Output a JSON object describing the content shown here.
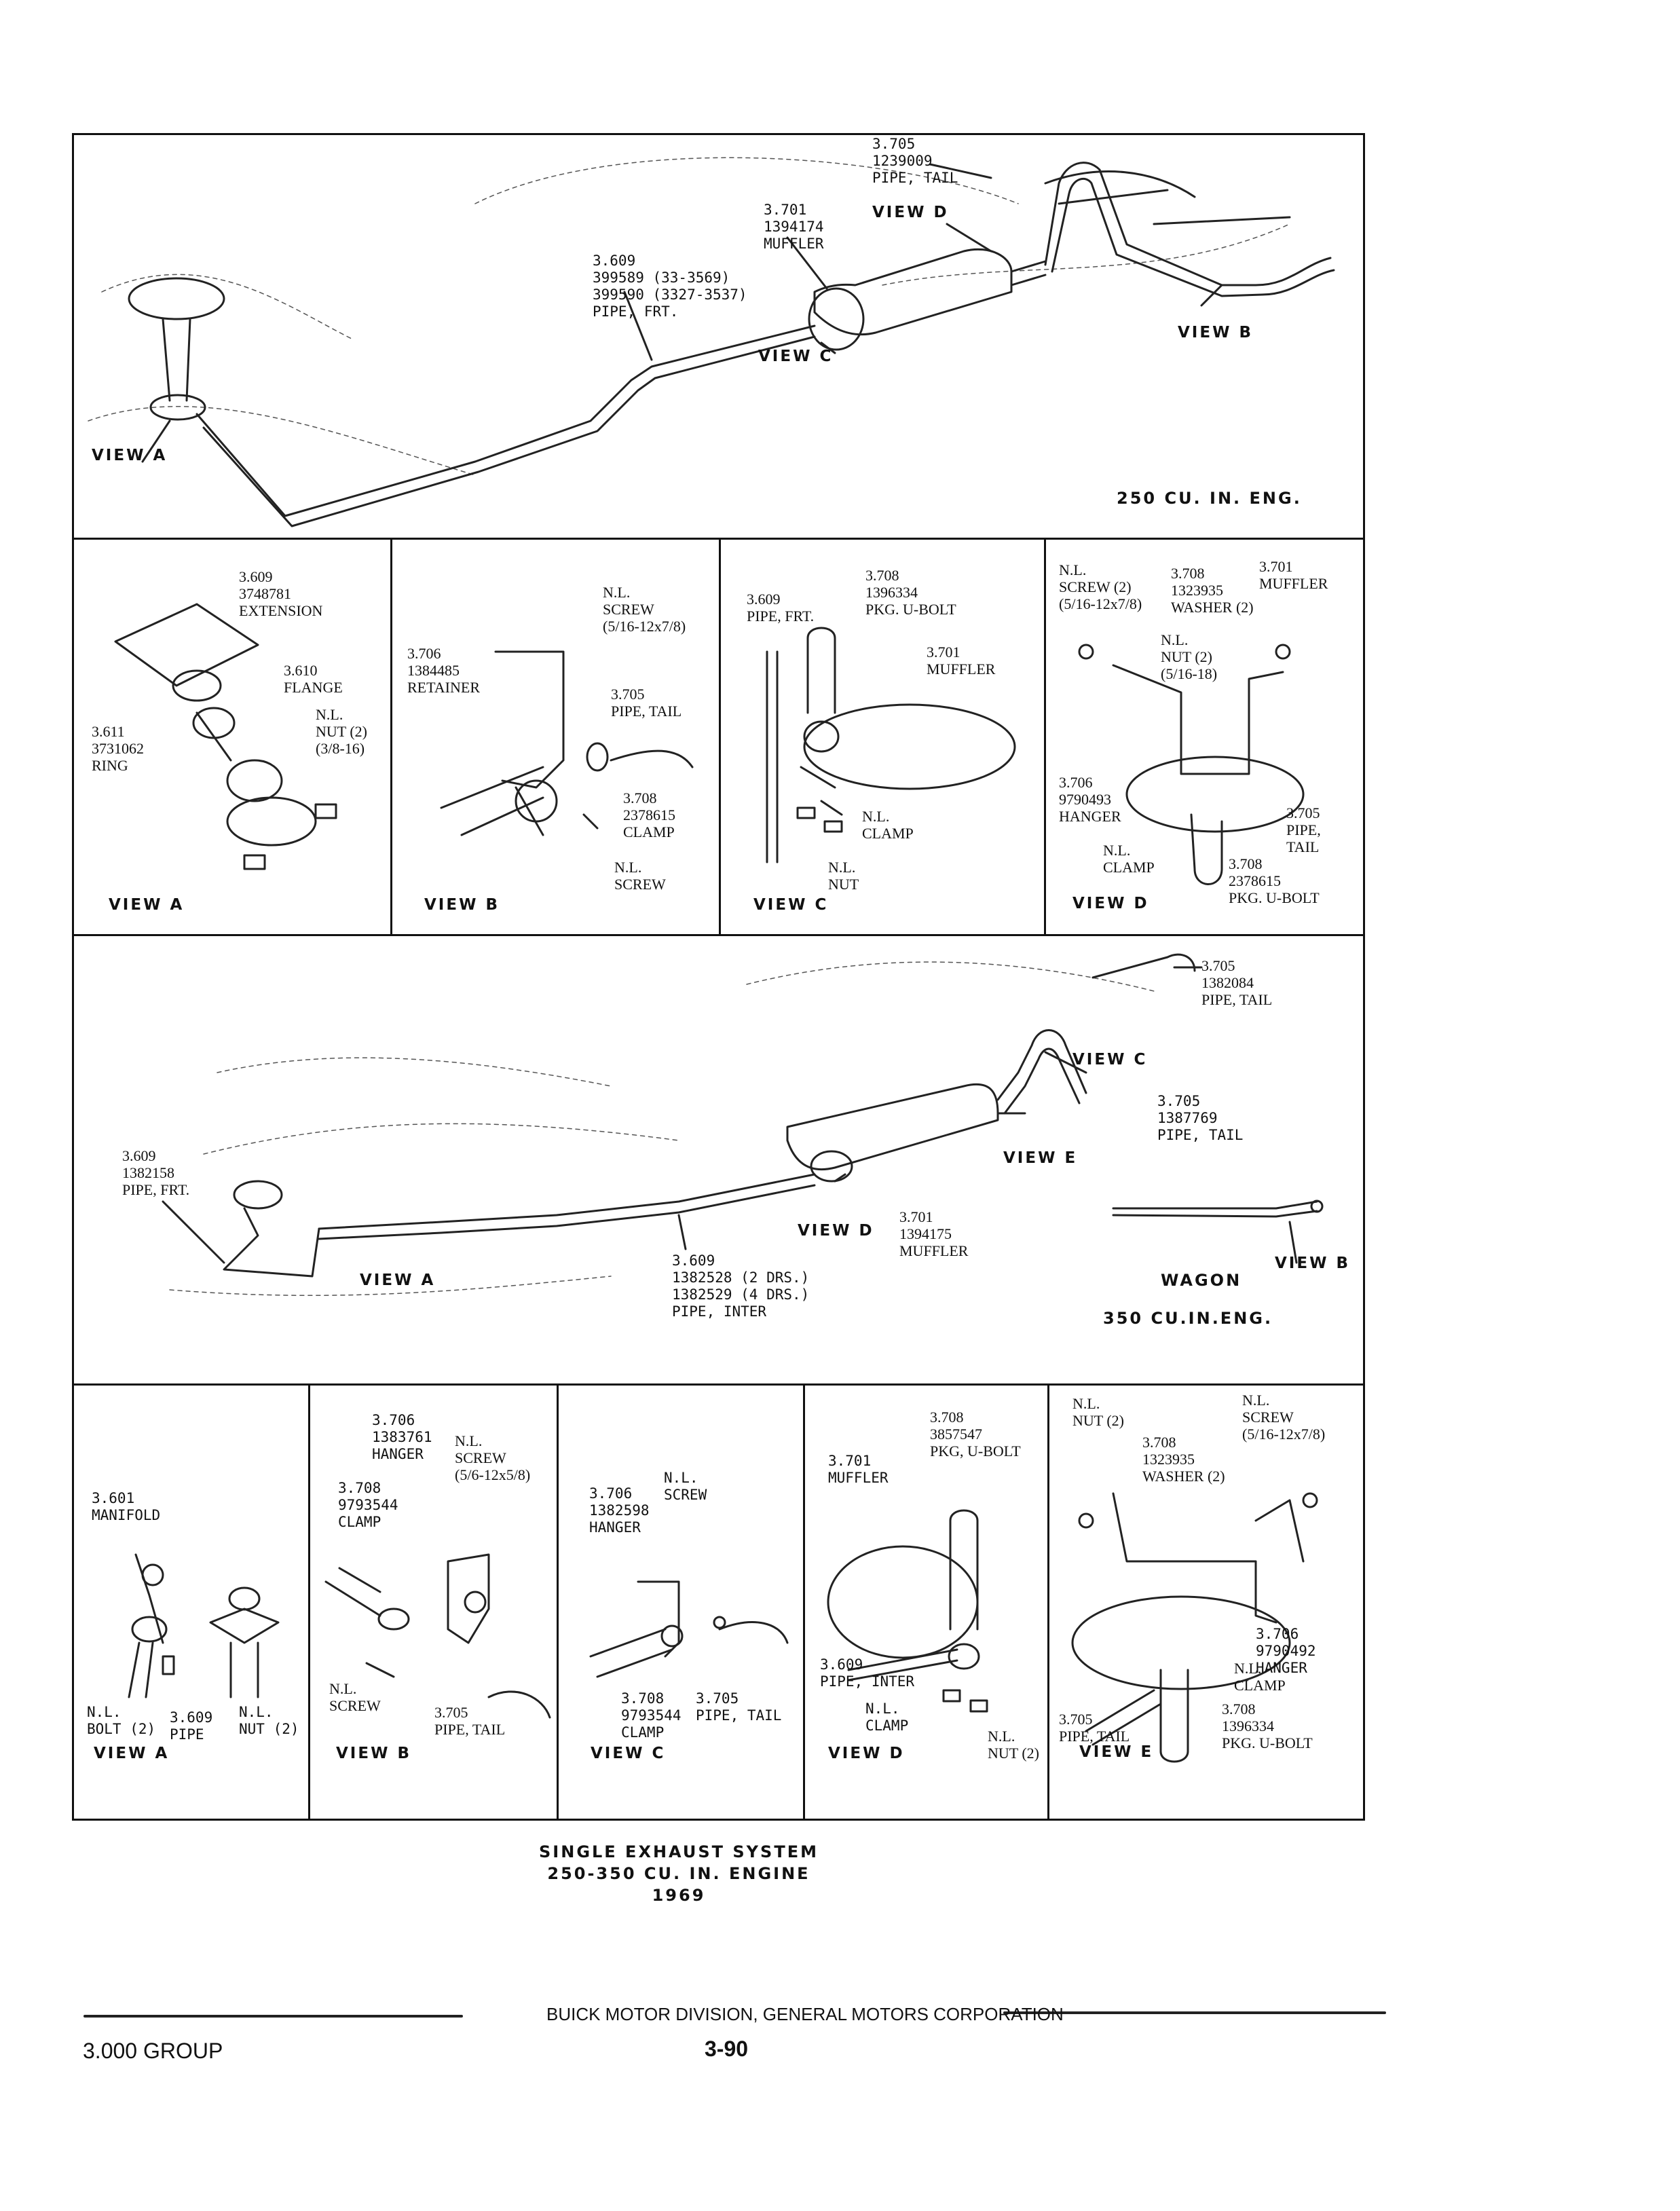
{
  "top_diagram": {
    "engine": "250 CU. IN. ENG.",
    "callouts": {
      "tail_pipe": "3.705\n1239009\nPIPE, TAIL",
      "muffler": "3.701\n1394174\nMUFFLER",
      "front_pipe": "3.609\n399589 (33-3569)\n399590 (3327-3537)\nPIPE, FRT."
    },
    "views": {
      "a": "VIEW A",
      "b": "VIEW B",
      "c": "VIEW C",
      "d": "VIEW D"
    }
  },
  "top_details": {
    "view_a": {
      "label": "VIEW A",
      "extension": "3.609\n3748781\nEXTENSION",
      "flange": "3.610\nFLANGE",
      "nut": "N.L.\nNUT (2)\n(3/8-16)",
      "ring": "3.611\n3731062\nRING"
    },
    "view_b": {
      "label": "VIEW B",
      "screw_top": "N.L.\nSCREW\n(5/16-12x7/8)",
      "retainer": "3.706\n1384485\nRETAINER",
      "tail_pipe": "3.705\nPIPE, TAIL",
      "clamp": "3.708\n2378615\nCLAMP",
      "screw_bottom": "N.L.\nSCREW"
    },
    "view_c": {
      "label": "VIEW C",
      "ubolt": "3.708\n1396334\nPKG. U-BOLT",
      "front_pipe": "3.609\nPIPE, FRT.",
      "muffler": "3.701\nMUFFLER",
      "clamp": "N.L.\nCLAMP",
      "nut": "N.L.\nNUT"
    },
    "view_d": {
      "label": "VIEW D",
      "screw": "N.L.\nSCREW (2)\n(5/16-12x7/8)",
      "washer": "3.708\n1323935\nWASHER (2)",
      "muffler": "3.701\nMUFFLER",
      "nut": "N.L.\nNUT (2)\n(5/16-18)",
      "hanger": "3.706\n9790493\nHANGER",
      "tail_pipe": "3.705\nPIPE,\nTAIL",
      "clamp": "N.L.\nCLAMP",
      "ubolt": "3.708\n2378615\nPKG. U-BOLT"
    }
  },
  "middle_diagram": {
    "engine": "350 CU.IN.ENG.",
    "wagon": "WAGON",
    "callouts": {
      "tail_pipe": "3.705\n1382084\nPIPE, TAIL",
      "tail_pipe_wagon": "3.705\n1387769\nPIPE, TAIL",
      "front_pipe": "3.609\n1382158\nPIPE, FRT.",
      "muffler": "3.701\n1394175\nMUFFLER",
      "inter_pipe": "3.609\n1382528 (2 DRS.)\n1382529 (4 DRS.)\nPIPE, INTER"
    },
    "views": {
      "a": "VIEW A",
      "b": "VIEW B",
      "c": "VIEW C",
      "d": "VIEW D",
      "e": "VIEW E"
    }
  },
  "bottom_details": {
    "view_a": {
      "label": "VIEW A",
      "manifold": "3.601\nMANIFOLD",
      "bolt": "N.L.\nBOLT (2)",
      "pipe": "3.609\nPIPE",
      "nut": "N.L.\nNUT (2)"
    },
    "view_b": {
      "label": "VIEW B",
      "hanger": "3.706\n1383761\nHANGER",
      "screw_top": "N.L.\nSCREW\n(5/6-12x5/8)",
      "clamp": "3.708\n9793544\nCLAMP",
      "screw_bottom": "N.L.\nSCREW",
      "tail_pipe": "3.705\nPIPE, TAIL"
    },
    "view_c": {
      "label": "VIEW C",
      "hanger": "3.706\n1382598\nHANGER",
      "screw": "N.L.\nSCREW",
      "clamp": "3.708\n9793544\nCLAMP",
      "tail_pipe": "3.705\nPIPE, TAIL"
    },
    "view_d": {
      "label": "VIEW D",
      "ubolt": "3.708\n3857547\nPKG, U-BOLT",
      "muffler": "3.701\nMUFFLER",
      "inter_pipe": "3.609\nPIPE, INTER",
      "clamp": "N.L.\nCLAMP",
      "nut": "N.L.\nNUT (2)"
    },
    "view_e": {
      "label": "VIEW E",
      "nut": "N.L.\nNUT (2)",
      "screw": "N.L.\nSCREW\n(5/16-12x7/8)",
      "washer": "3.708\n1323935\nWASHER (2)",
      "hanger": "3.706\n9790492\nHANGER",
      "clamp": "N.L.\nCLAMP",
      "tail_pipe": "3.705\nPIPE, TAIL",
      "ubolt": "3.708\n1396334\nPKG. U-BOLT"
    }
  },
  "caption": "SINGLE EXHAUST SYSTEM\n250-350 CU. IN. ENGINE\n1969",
  "footer": {
    "company": "BUICK MOTOR DIVISION, GENERAL MOTORS CORPORATION",
    "group": "3.000 GROUP",
    "page": "3-90"
  }
}
